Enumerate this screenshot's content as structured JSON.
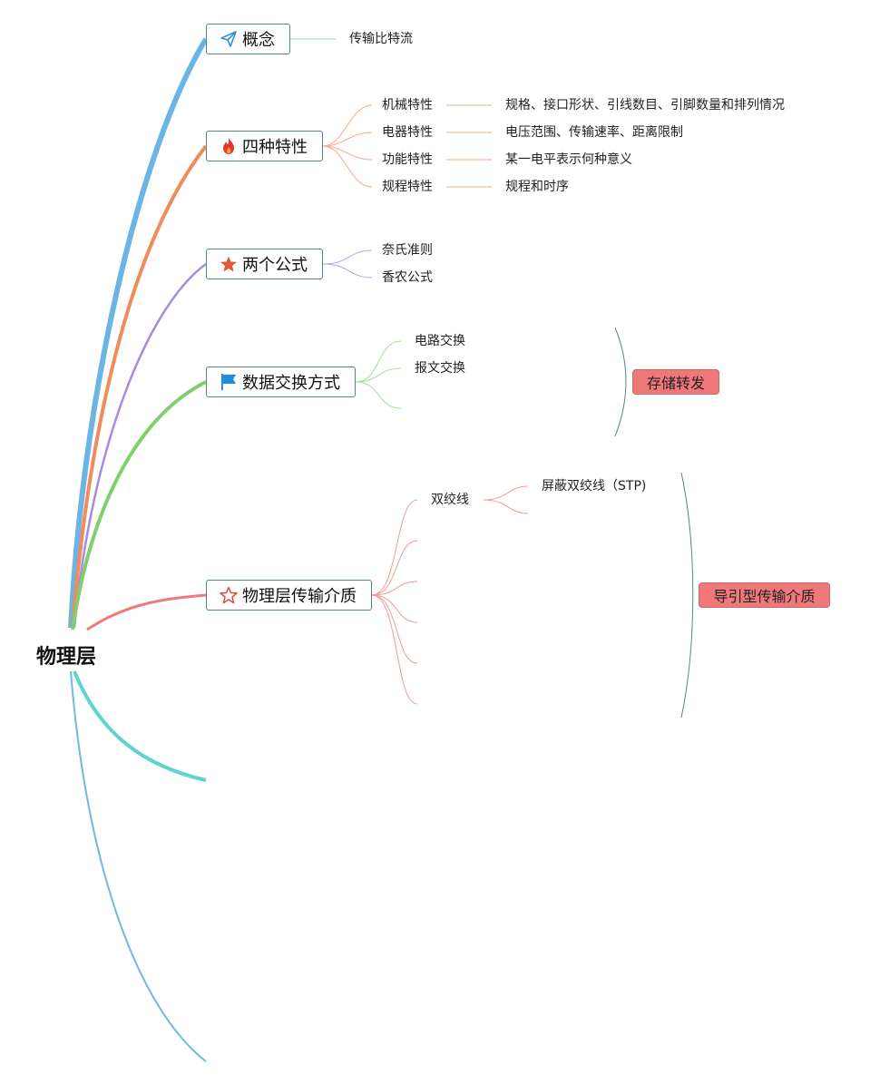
{
  "root": {
    "title": "物理层"
  },
  "topics": {
    "concept": {
      "label": "概念",
      "icon": "paper-plane-icon",
      "color": "#6cb4e4",
      "children": [
        "传输比特流"
      ]
    },
    "four": {
      "label": "四种特性",
      "icon": "fire-icon",
      "color": "#f28b5b",
      "children": [
        {
          "name": "机械特性",
          "detail": "规格、接口形状、引线数目、引脚数量和排列情况"
        },
        {
          "name": "电器特性",
          "detail": "电压范围、传输速率、距离限制"
        },
        {
          "name": "功能特性",
          "detail": "某一电平表示何种意义"
        },
        {
          "name": "规程特性",
          "detail": "规程和时序"
        }
      ]
    },
    "formula": {
      "label": "两个公式",
      "icon": "star-icon",
      "color": "#a78be0",
      "children": [
        "奈氏准则",
        "香农公式"
      ]
    },
    "exchange": {
      "label": "数据交换方式",
      "icon": "flag-icon",
      "color": "#7fd06c",
      "children": [
        "电路交换",
        "报文交换"
      ],
      "summary": "存储转发"
    },
    "medium": {
      "label": "物理层传输介质",
      "icon": "star-outline-icon",
      "color": "#f07b7b",
      "children": [
        {
          "name": "双绞线",
          "sub": [
            "屏蔽双绞线（STP)"
          ]
        }
      ],
      "summary": "导引型传输介质"
    }
  },
  "colors": {
    "teal_branch": "#5fd3cf",
    "blue_branch": "#6fb9e0",
    "topic_border": "#4e8a7c",
    "summary_fill": "#f0787a",
    "summary_bracket": "#4e8a7c"
  }
}
